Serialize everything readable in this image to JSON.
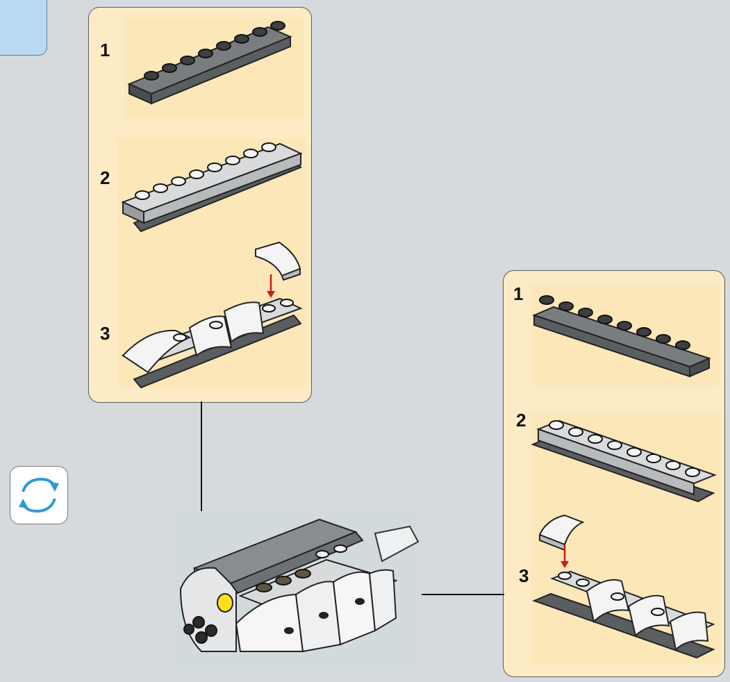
{
  "callout_left": {
    "steps": [
      {
        "number": "1"
      },
      {
        "number": "2"
      },
      {
        "number": "3"
      }
    ]
  },
  "callout_right": {
    "steps": [
      {
        "number": "1"
      },
      {
        "number": "2"
      },
      {
        "number": "3"
      }
    ]
  },
  "rotate_icon": "rotate-icon",
  "colors": {
    "background": "#d6dadd",
    "callout": "#fcebc4",
    "rotate_arrows": "#2a9bd8",
    "arrow_red": "#d01818"
  }
}
